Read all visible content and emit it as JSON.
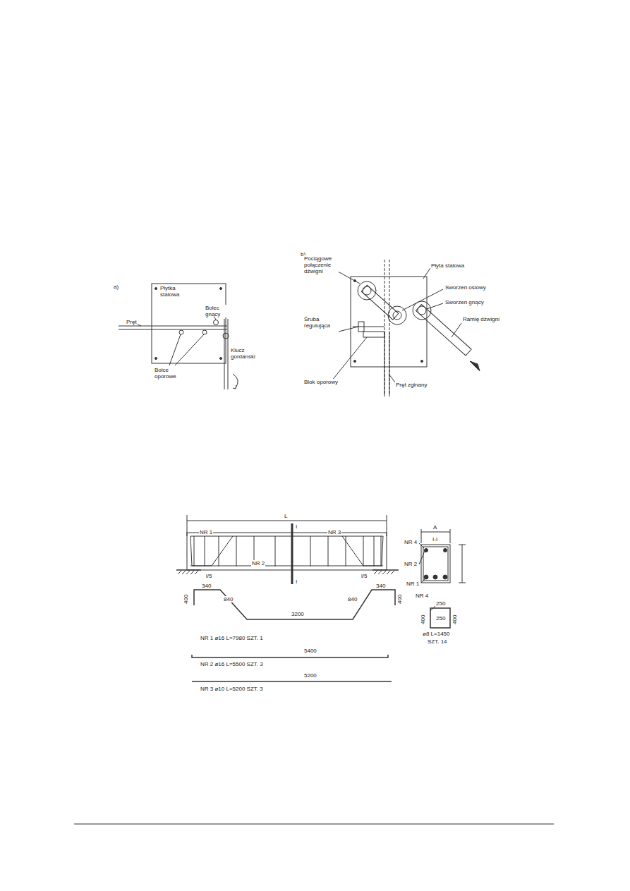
{
  "diagram": {
    "labels": [
      "a)",
      "Płytka stalowa",
      "Pręt",
      "Bolec gnący",
      "Bolce oporowe",
      "Klucz gordanski",
      "b)",
      "Pociągowe połączenie dźwigni",
      "Płyta stalowa",
      "Sworzeń osiowy",
      "Sworzeń gnący",
      "Ramię dźwigni",
      "Śruba regulująca",
      "Blok oporowy",
      "Pręt zginany",
      "L",
      "NR 1",
      "NR 3",
      "I",
      "I",
      "NR 2",
      "l/5",
      "l/5",
      "A",
      "I-I",
      "NR 4",
      "NR 2",
      "NR 1",
      "NR 4",
      "400",
      "340",
      "840",
      "3200",
      "840",
      "340",
      "400",
      "NR 1 ø16 L=7980 SZT. 1",
      "5400",
      "NR 2 ø16 L=5500 SZT. 3",
      "5200",
      "NR 3 ø10 L=5200 SZT. 3",
      "400",
      "250",
      "250",
      "400",
      "ø8 L=1450",
      "SZT. 14"
    ]
  }
}
